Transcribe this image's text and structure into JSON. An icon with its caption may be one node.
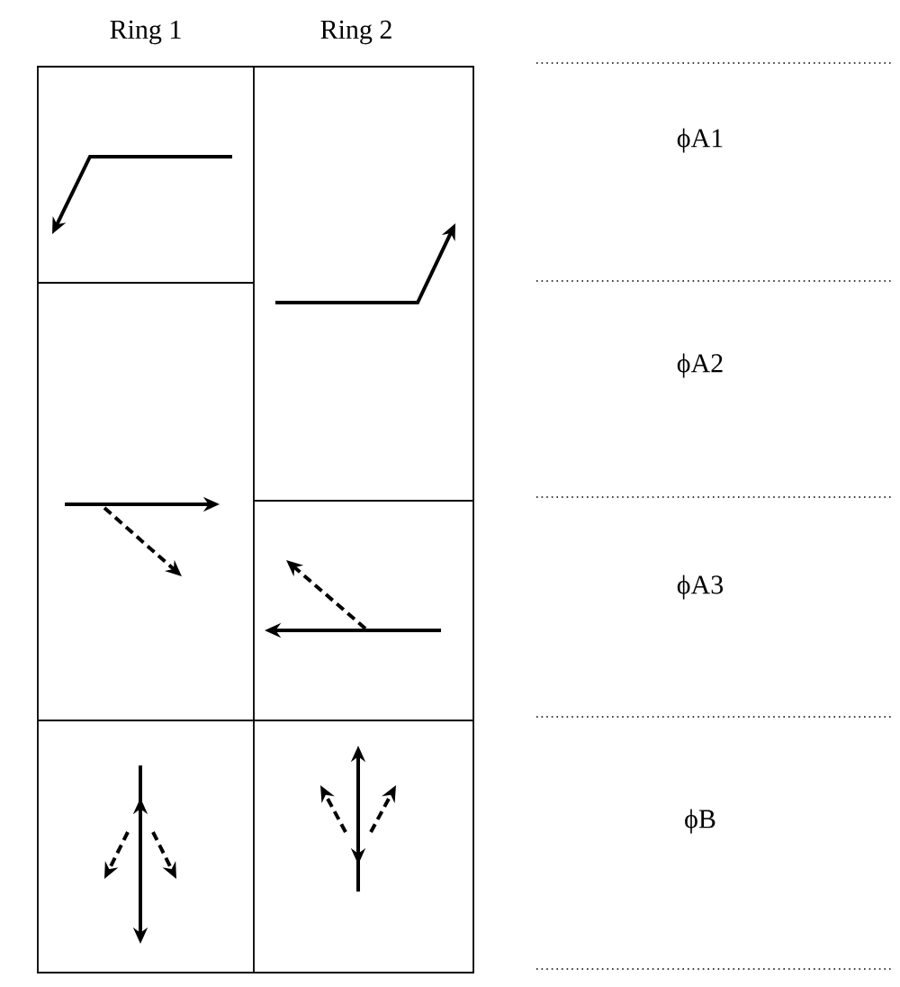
{
  "diagram": {
    "labels": [
      "Ring 1",
      "Ring 2",
      "ϕA1",
      "ϕA2",
      "ϕA3",
      "ϕB"
    ]
  }
}
